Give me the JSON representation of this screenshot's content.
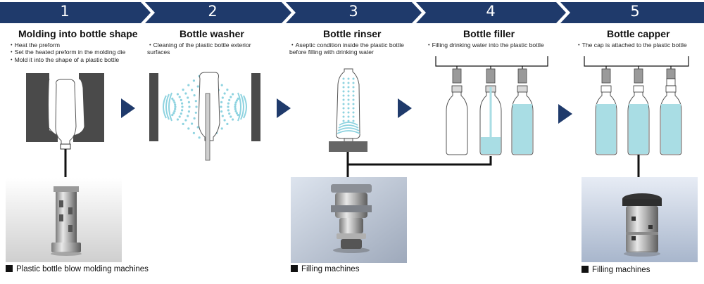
{
  "steps": [
    {
      "number": "1",
      "title": "Molding into bottle shape",
      "description": [
        "・Heat the preform",
        "・Set the heated preform in the molding die",
        "・Mold it into the shape of a plastic bottle"
      ]
    },
    {
      "number": "2",
      "title": "Bottle washer",
      "description": [
        "・Cleaning of the plastic bottle exterior",
        "surfaces"
      ]
    },
    {
      "number": "3",
      "title": "Bottle rinser",
      "description": [
        "・Aseptic condition inside the plastic bottle",
        "before filling with drinking water"
      ]
    },
    {
      "number": "4",
      "title": "Bottle filler",
      "description": [
        "・Filling drinking water into the plastic bottle"
      ]
    },
    {
      "number": "5",
      "title": "Bottle capper",
      "description": [
        "・The cap is attached to the plastic bottle"
      ]
    }
  ],
  "captions": {
    "blow_molding": "Plastic bottle blow molding machines",
    "filling_1": "Filling machines",
    "filling_2": "Filling machines"
  },
  "colors": {
    "banner": "#1f3a6b",
    "arrow": "#1f3a6b",
    "die": "#4a4a4a",
    "spray": "#8ed3e0",
    "water": "#a9dde4",
    "pipe": "#111111"
  }
}
